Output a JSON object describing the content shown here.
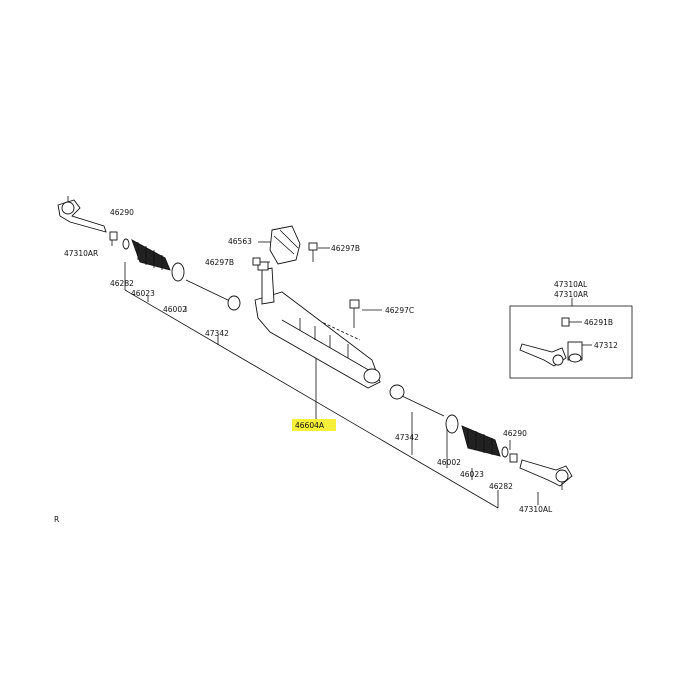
{
  "labels": {
    "tie_rod_end_right": "47310AR",
    "nut_left": "46290",
    "clip_left": "46282",
    "boot_left": "46023",
    "ring_left": "46002",
    "inner_rod_left": "47342",
    "bracket": "46563",
    "bolt_bracket": "46297B",
    "bolt_top": "46297B",
    "bolt_rack": "46297C",
    "gear_assembly": "46604A",
    "inner_rod_right": "47342",
    "ring_right": "46002",
    "boot_right": "46023",
    "clip_right": "46282",
    "nut_right": "46290",
    "tie_rod_end_left": "47310AL",
    "inset_title_1": "47310AL",
    "inset_title_2": "47310AR",
    "inset_nut": "46291B",
    "inset_kit": "47312",
    "corner_mark": "R"
  },
  "colors": {
    "highlight": "#f6ef3a"
  }
}
